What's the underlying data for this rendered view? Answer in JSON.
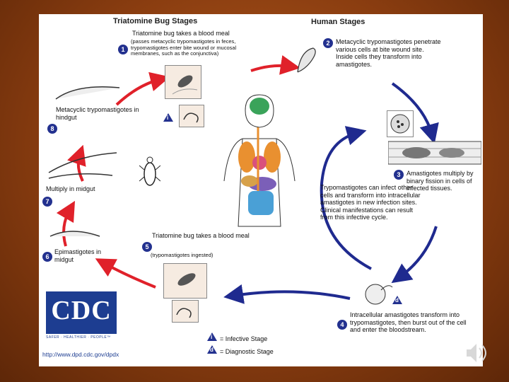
{
  "headers": {
    "bug": "Triatomine Bug Stages",
    "human": "Human Stages"
  },
  "stages": [
    {
      "n": "1",
      "title": "Triatomine bug takes a blood meal",
      "detail": "(passes metacyclic trypomastigotes in feces, trypomastigotes enter bite wound or mucosal membranes, such as the conjunctiva)"
    },
    {
      "n": "2",
      "text": "Metacyclic trypomastigotes penetrate various cells at bite wound site. Inside cells they transform into amastigotes."
    },
    {
      "n": "3",
      "text": "Amastigotes multiply by binary fission in cells of infected tissues."
    },
    {
      "n": "4",
      "text": "Intracellular amastigotes transform into trypomastigotes, then burst out of the cell and enter the bloodstream."
    },
    {
      "n": "5",
      "title": "Triatomine bug takes a blood meal",
      "detail": "(trypomastigotes ingested)"
    },
    {
      "n": "6",
      "text": "Epimastigotes in midgut"
    },
    {
      "n": "7",
      "text": "Multiply in midgut"
    },
    {
      "n": "8",
      "text": "Metacyclic trypomastigotes in hindgut"
    }
  ],
  "center_text": "Trypomastigotes can infect other cells and transform into intracellular amastigotes in new infection sites. Clinical manifestations can result from this infective cycle.",
  "legend": {
    "infective": {
      "symbol": "i",
      "label": "= Infective Stage"
    },
    "diagnostic": {
      "symbol": "d",
      "label": "= Diagnostic Stage"
    }
  },
  "logo": {
    "name": "CDC",
    "tagline": "SAFER · HEALTHIER · PEOPLE™"
  },
  "url": "http://www.dpd.cdc.gov/dpdx",
  "colors": {
    "bug_arrows": "#e0212a",
    "human_arrows": "#1f2a8f",
    "badge": "#23318f"
  },
  "icons": [
    "speaker-icon"
  ]
}
